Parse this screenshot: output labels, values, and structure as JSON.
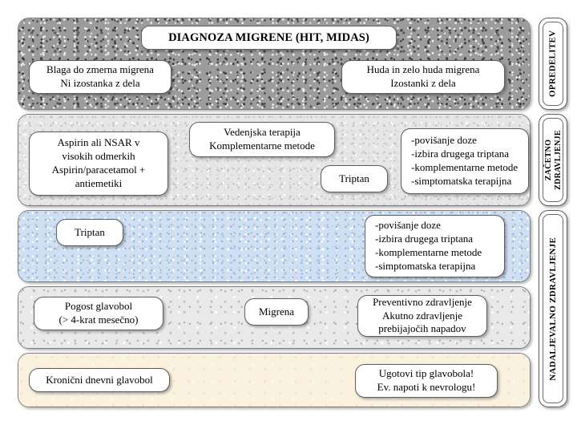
{
  "diagram": {
    "title": "DIAGNOZA MIGRENE (HIT, MIDAS)",
    "bands": [
      {
        "name": "opredelitev",
        "side_label": "OPREDELITEV",
        "texture": "granite",
        "boxes": [
          {
            "name": "blaga-migrena",
            "text": "Blaga do zmerna migrena\nNi izostanka z dela"
          },
          {
            "name": "huda-migrena",
            "text": "Huda in zelo huda  migrena\nIzostanki z dela"
          }
        ]
      },
      {
        "name": "zacetno-zdravljenje",
        "side_label": "ZAČETNO\nZDRAVLJENJE",
        "texture": "light-speckle",
        "boxes": [
          {
            "name": "aspirin-nsar",
            "text": "Aspirin ali NSAR v\nvisokih odmerkih\nAspirin/paracetamol +\nantiemetiki"
          },
          {
            "name": "vedenjska-terapija",
            "text": "Vedenjska terapija\nKomplementarne metode"
          },
          {
            "name": "triptan-zacetno",
            "text": "Triptan"
          },
          {
            "name": "ukrepi-zacetno",
            "text": "-povišanje doze\n-izbira drugega triptana\n-komplementarne metode\n-simptomatska terapijna"
          }
        ]
      },
      {
        "name": "nadaljevalno-triptan",
        "side_label": "NADALJEVALNO ZDRAVLJENJE",
        "texture": "blue",
        "boxes": [
          {
            "name": "triptan-nadaljevalno",
            "text": "Triptan"
          },
          {
            "name": "ukrepi-nadaljevalno",
            "text": "-povišanje doze\n-izbira drugega triptana\n-komplementarne metode\n-simptomatska terapijna"
          }
        ]
      },
      {
        "name": "pogost-glavobol",
        "texture": "marble",
        "boxes": [
          {
            "name": "pogost-glavobol",
            "text": "Pogost glavobol\n(> 4-krat mesečno)"
          },
          {
            "name": "migrena",
            "text": "Migrena"
          },
          {
            "name": "preventivno-zdravljenje",
            "text": "Preventivno zdravljenje\nAkutno zdravljenje\nprebijajočih napadov"
          }
        ]
      },
      {
        "name": "kronicni-glavobol",
        "texture": "cream",
        "boxes": [
          {
            "name": "kronicni-dnevni-glavobol",
            "text": "Kronični dnevni glavobol"
          },
          {
            "name": "ugotovi-tip-glavobola",
            "text": "Ugotovi tip glavobola!\nEv. napoti k nevrologu!"
          }
        ]
      }
    ],
    "colors": {
      "granite": "#9c9c9c",
      "light_speckle": "#e6e6e6",
      "blue": "#cfe0f2",
      "marble": "#e9e9e9",
      "cream": "#fbf1df",
      "box_fill": "#ffffff",
      "box_border": "#5e5e5e",
      "text": "#000000"
    }
  }
}
